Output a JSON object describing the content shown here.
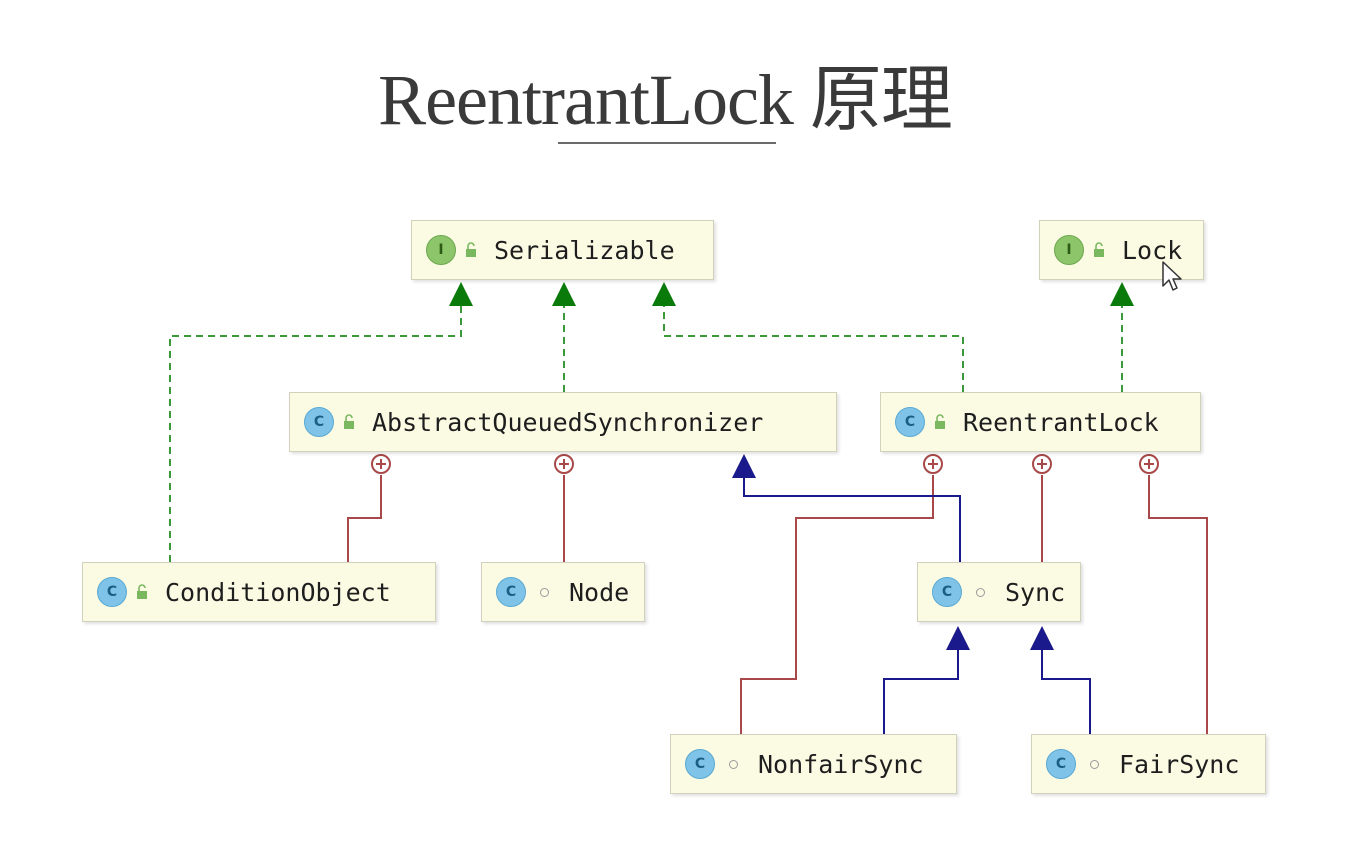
{
  "title": "ReentrantLock 原理",
  "colors": {
    "realization": "#3a9a3a",
    "realization_arrow": "#0a7a0a",
    "inheritance": "#1a1a8c",
    "inner_class": "#a84848",
    "node_fill": "#fbfbe4"
  },
  "nodes": {
    "serializable": {
      "label": "Serializable",
      "kind": "interface",
      "badge": "I",
      "visibility": "public"
    },
    "lock": {
      "label": "Lock",
      "kind": "interface",
      "badge": "I",
      "visibility": "public"
    },
    "aqs": {
      "label": "AbstractQueuedSynchronizer",
      "kind": "abstract-class",
      "badge": "C",
      "visibility": "public"
    },
    "reentrantlock": {
      "label": "ReentrantLock",
      "kind": "class",
      "badge": "C",
      "visibility": "public"
    },
    "conditionobject": {
      "label": "ConditionObject",
      "kind": "class",
      "badge": "C",
      "visibility": "public"
    },
    "node": {
      "label": "Node",
      "kind": "static-class",
      "badge": "C",
      "visibility": "package"
    },
    "sync": {
      "label": "Sync",
      "kind": "abstract-static-class",
      "badge": "C",
      "visibility": "package"
    },
    "nonfairsync": {
      "label": "NonfairSync",
      "kind": "static-class",
      "badge": "C",
      "visibility": "package"
    },
    "fairsync": {
      "label": "FairSync",
      "kind": "static-class",
      "badge": "C",
      "visibility": "package"
    }
  },
  "edges": [
    {
      "from": "conditionobject",
      "to": "serializable",
      "type": "implements"
    },
    {
      "from": "aqs",
      "to": "serializable",
      "type": "implements"
    },
    {
      "from": "reentrantlock",
      "to": "serializable",
      "type": "implements"
    },
    {
      "from": "reentrantlock",
      "to": "lock",
      "type": "implements"
    },
    {
      "from": "sync",
      "to": "aqs",
      "type": "extends"
    },
    {
      "from": "nonfairsync",
      "to": "sync",
      "type": "extends"
    },
    {
      "from": "fairsync",
      "to": "sync",
      "type": "extends"
    },
    {
      "from": "conditionobject",
      "to": "aqs",
      "type": "inner-class"
    },
    {
      "from": "node",
      "to": "aqs",
      "type": "inner-class"
    },
    {
      "from": "nonfairsync",
      "to": "reentrantlock",
      "type": "inner-class"
    },
    {
      "from": "sync",
      "to": "reentrantlock",
      "type": "inner-class"
    },
    {
      "from": "fairsync",
      "to": "reentrantlock",
      "type": "inner-class"
    }
  ]
}
